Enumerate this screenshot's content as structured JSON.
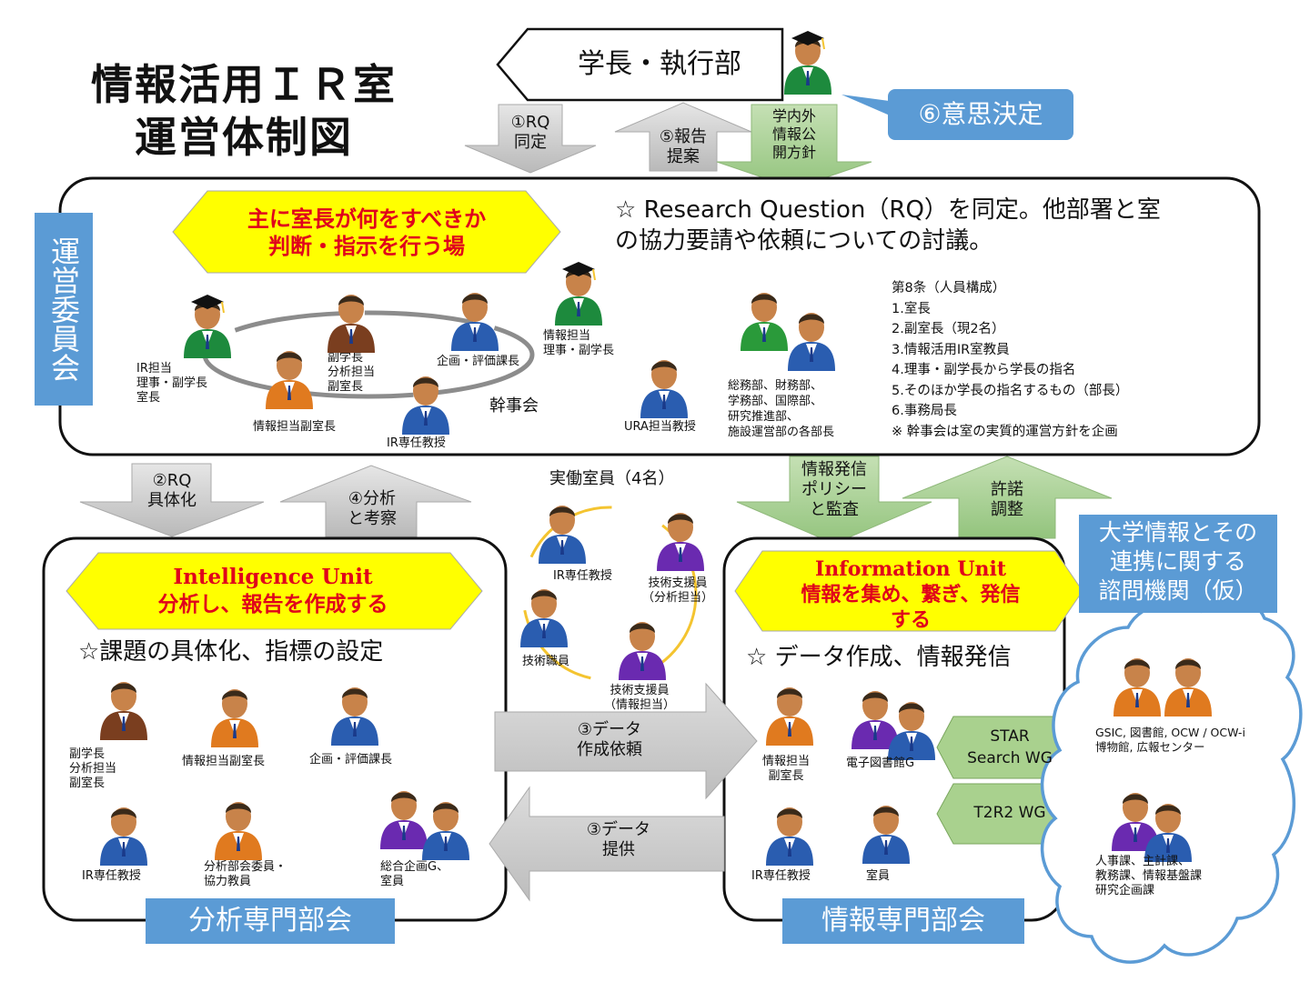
{
  "title": {
    "line1": "情報活用ＩＲ室",
    "line2": "運営体制図"
  },
  "top": {
    "president": "学長・執行部",
    "decision": "⑥意思決定",
    "arrow_rq1": "①RQ\n同定",
    "arrow_report5": "⑤報告\n提案",
    "arrow_policy": "学内外\n情報公\n開方針"
  },
  "committee": {
    "side_label": "運営委員会",
    "callout": "主に室長が何をすべきか\n判断・指示を行う場",
    "statement": "☆ Research Question（RQ）を同定。他部署と室\nの協力要請や依頼についての討議。",
    "people": {
      "ir_director": "IR担当\n理事・副学長\n室長",
      "vice_president": "副学長\n分析担当\n副室長",
      "planning": "企画・評価課長",
      "info_trustee": "情報担当\n理事・副学長",
      "info_vice": "情報担当副室長",
      "ir_professor": "IR専任教授",
      "kanjikai": "幹事会",
      "ura": "URA担当教授",
      "depts": "総務部、財務部、\n学務部、国際部、\n研究推進部、\n施設運営部の各部長"
    },
    "article": [
      "第8条（人員構成）",
      "1.室長",
      "2.副室長（現2名）",
      "3.情報活用IR室教員",
      "4.理事・副学長から学長の指名",
      "5.そのほか学長の指名するもの（部長）",
      "6.事務局長",
      "※ 幹事会は室の実質的運営方針を企画"
    ]
  },
  "mid_arrows": {
    "rq2": "②RQ\n具体化",
    "analysis4": "④分析\nと考察",
    "info_policy": "情報発信\nポリシー\nと監査",
    "permission": "許諾\n調整"
  },
  "staff": {
    "title": "実働室員（4名）",
    "members": [
      "IR専任教授",
      "技術支援員\n（分析担当）",
      "技術職員",
      "技術支援員\n（情報担当）"
    ]
  },
  "intelligence": {
    "callout": "Intelligence Unit\n分析し、報告を作成する",
    "statement": "☆課題の具体化、指標の設定",
    "people": [
      "副学長\n分析担当\n副室長",
      "情報担当副室長",
      "企画・評価課長",
      "IR専任教授",
      "分析部会委員・\n協力教員",
      "総合企画G、\n室員"
    ],
    "label": "分析専門部会"
  },
  "information": {
    "callout": "Information Unit\n情報を集め、繋ぎ、発信\nする",
    "statement": "☆ データ作成、情報発信",
    "people": [
      "情報担当\n副室長",
      "電子図書館G",
      "IR専任教授",
      "室員"
    ],
    "wg1": "STAR\nSearch WG",
    "wg2": "T2R2 WG",
    "label": "情報専門部会"
  },
  "data_arrows": {
    "request": "③データ\n作成依頼",
    "provide": "③データ\n提供"
  },
  "advisory": {
    "title": "大学情報とその\n連携に関する\n諮問機関（仮）",
    "group1": "GSIC, 図書館, OCW / OCW-i\n博物館, 広報センター",
    "group2": "人事課、主計課、\n教務課、情報基盤課\n研究企画課"
  },
  "colors": {
    "callout_fill": "#ffff00",
    "callout_text": "#e0001b",
    "blue_tag": "#5b9bd5",
    "arrow_gray": "#c8c8c8",
    "arrow_green": "#a9d18e",
    "wg_green": "#a9d18e",
    "cloud_stroke": "#5b9bd5"
  }
}
